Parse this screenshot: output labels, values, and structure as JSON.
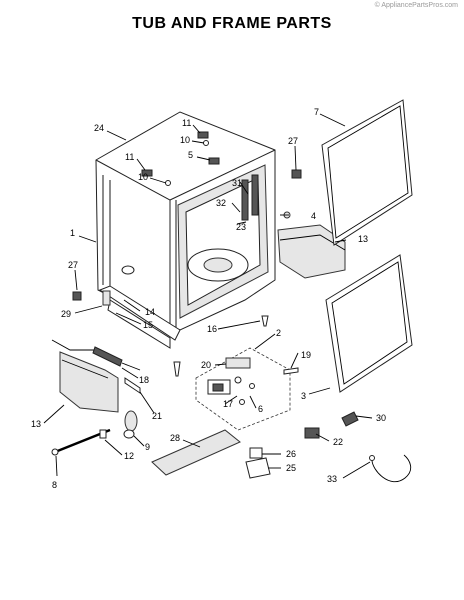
{
  "watermark": "© AppliancePartsPros.com",
  "title": "TUB AND FRAME PARTS",
  "callouts": {
    "c1": "1",
    "c2": "2",
    "c3": "3",
    "c4": "4",
    "c5": "5",
    "c6": "6",
    "c7": "7",
    "c8": "8",
    "c9": "9",
    "c10a": "10",
    "c10b": "10",
    "c11a": "11",
    "c11b": "11",
    "c12": "12",
    "c13a": "13",
    "c13b": "13",
    "c14": "14",
    "c15": "15",
    "c16": "16",
    "c17": "17",
    "c18": "18",
    "c19": "19",
    "c20": "20",
    "c21": "21",
    "c22": "22",
    "c23": "23",
    "c24": "24",
    "c25": "25",
    "c26": "26",
    "c27a": "27",
    "c27b": "27",
    "c28": "28",
    "c29": "29",
    "c30": "30",
    "c31": "31",
    "c32": "32",
    "c33": "33"
  }
}
